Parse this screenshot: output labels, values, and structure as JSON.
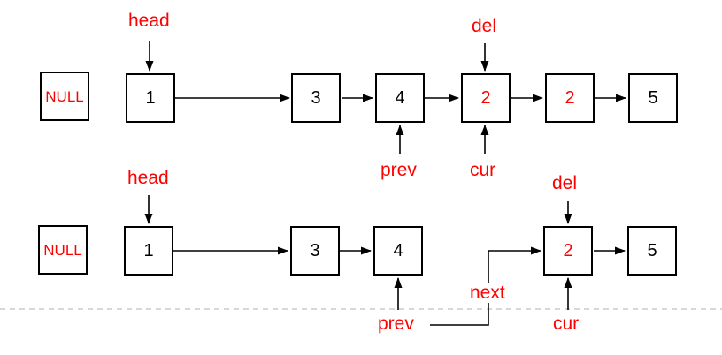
{
  "diagram": {
    "description": "Singly linked list node deletion, before and after pointer rewiring",
    "colors": {
      "pointer_label": "#ff0000",
      "highlight_node_text": "#ff0000",
      "node_text": "#000000",
      "node_border": "#000000",
      "divider": "#cccccc"
    },
    "before": {
      "null_label": "NULL",
      "nodes": [
        {
          "value": "1",
          "highlight": false
        },
        {
          "value": "3",
          "highlight": false
        },
        {
          "value": "4",
          "highlight": false
        },
        {
          "value": "2",
          "highlight": true
        },
        {
          "value": "2",
          "highlight": true
        },
        {
          "value": "5",
          "highlight": false
        }
      ],
      "labels": {
        "head": "head",
        "del": "del",
        "prev": "prev",
        "cur": "cur"
      }
    },
    "after": {
      "null_label": "NULL",
      "nodes": [
        {
          "value": "1",
          "highlight": false
        },
        {
          "value": "3",
          "highlight": false
        },
        {
          "value": "4",
          "highlight": false
        },
        {
          "value": "2",
          "highlight": true
        },
        {
          "value": "5",
          "highlight": false
        }
      ],
      "labels": {
        "head": "head",
        "del": "del",
        "prev": "prev",
        "cur": "cur",
        "next": "next"
      }
    }
  }
}
